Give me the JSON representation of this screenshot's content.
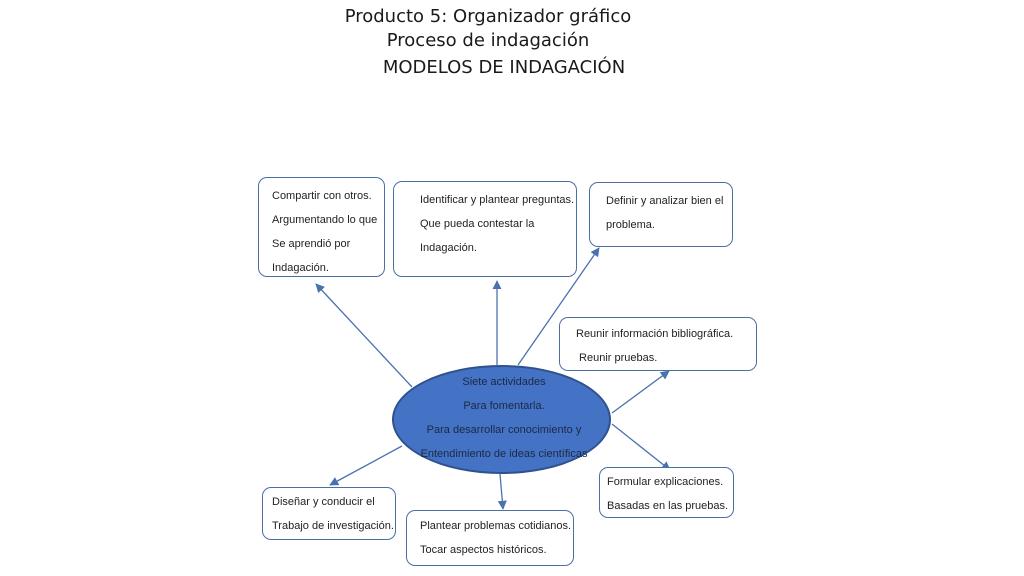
{
  "header": {
    "title_line1": "Producto 5: Organizador gráfico",
    "title_line2": "Proceso de indagación",
    "subtitle": "MODELOS DE INDAGACIÓN"
  },
  "center": {
    "lines": [
      "Siete actividades",
      "Para fomentarla.",
      "Para desarrollar conocimiento y",
      "Entendimiento de ideas científicas"
    ]
  },
  "nodes": {
    "compartir": [
      "Compartir con otros.",
      "Argumentando lo que",
      "Se aprendió por",
      "Indagación."
    ],
    "identificar": [
      "Identificar y plantear preguntas.",
      "Que pueda contestar la",
      "Indagación."
    ],
    "definir": [
      "Definir y analizar bien el",
      "problema."
    ],
    "reunir": [
      "Reunir información bibliográfica.",
      " Reunir pruebas."
    ],
    "formular": [
      "Formular explicaciones.",
      "Basadas en las pruebas."
    ],
    "plantear": [
      "Plantear problemas cotidianos.",
      "Tocar aspectos históricos."
    ],
    "disenar": [
      "Diseñar y conducir el",
      "Trabajo de investigación."
    ]
  },
  "colors": {
    "ellipse_fill": "#4472c4",
    "ellipse_stroke": "#2f528f",
    "box_border": "#4a6fa5",
    "arrow": "#4a72b0"
  }
}
